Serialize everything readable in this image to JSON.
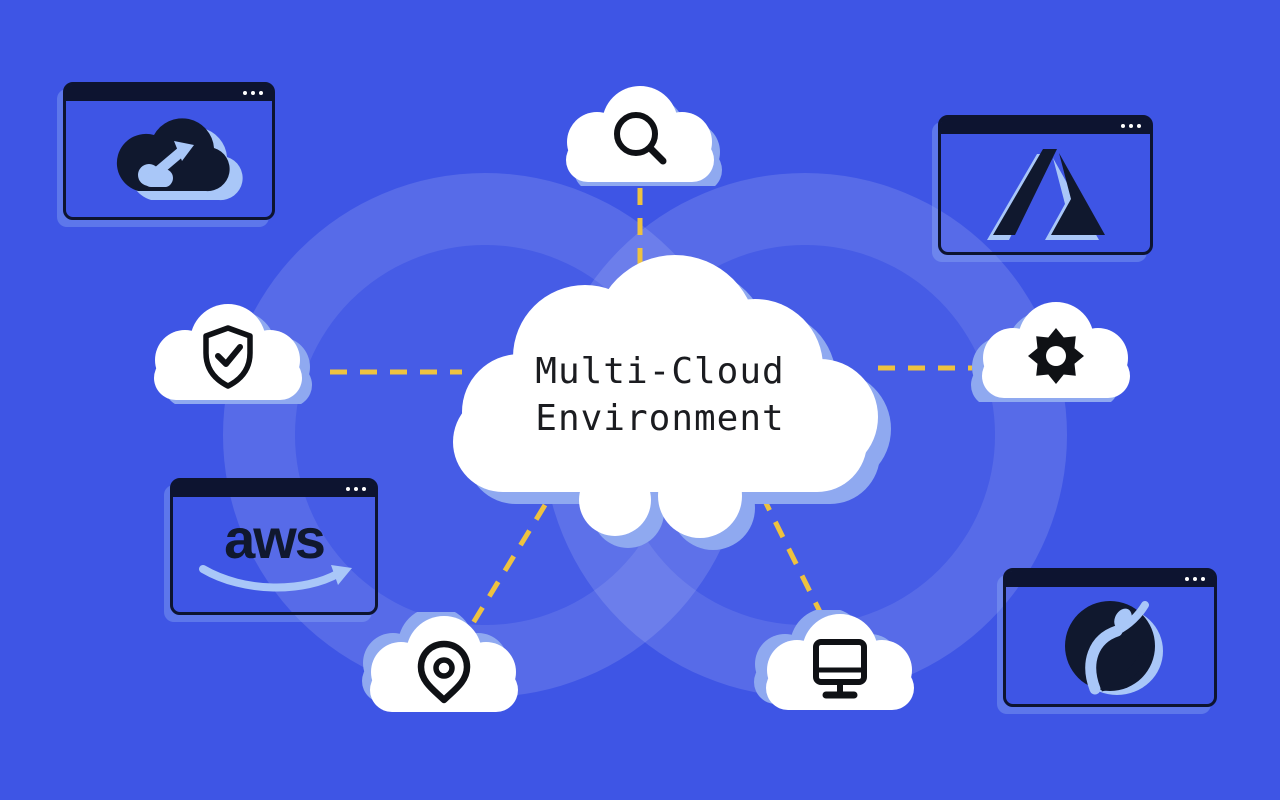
{
  "center": {
    "title_line1": "Multi-Cloud",
    "title_line2": "Environment"
  },
  "windows": [
    {
      "id": "google-cloud",
      "logo_icon": "google-cloud-logo",
      "dots": 3
    },
    {
      "id": "azure",
      "logo_icon": "azure-logo",
      "dots": 3
    },
    {
      "id": "aws",
      "logo_icon": "aws-logo",
      "label": "aws",
      "dots": 3
    },
    {
      "id": "rackspace",
      "logo_icon": "rackspace-logo",
      "dots": 3
    }
  ],
  "satellites": [
    {
      "id": "search",
      "icon": "search-icon"
    },
    {
      "id": "security",
      "icon": "shield-check-icon"
    },
    {
      "id": "settings",
      "icon": "gear-icon"
    },
    {
      "id": "location",
      "icon": "location-pin-icon"
    },
    {
      "id": "devices",
      "icon": "monitor-icon"
    }
  ],
  "colors": {
    "background": "#3E55E5",
    "dash": "#EEC23F",
    "cloud_white": "#FFFFFF",
    "cloud_shadow": "#8FA9F0",
    "chrome": "#0D1430",
    "logo_dark": "#10182E",
    "logo_accent": "#A9C7F8",
    "text_dark": "#1B1C20",
    "ring_band": "rgba(255,255,255,0.13)",
    "ring_fill": "rgba(255,255,255,0.045)"
  }
}
